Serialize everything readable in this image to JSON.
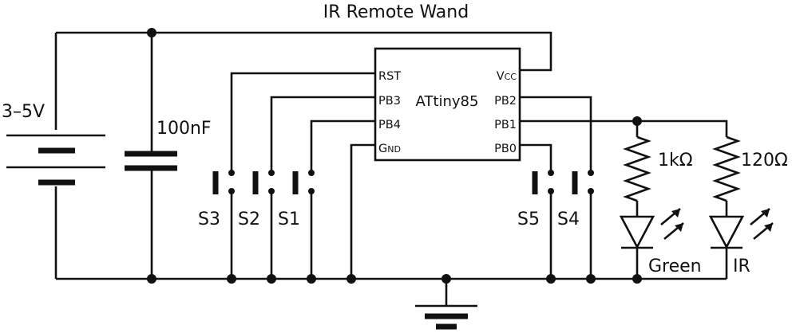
{
  "title": "IR Remote Wand",
  "battery": {
    "label": "3–5V"
  },
  "capacitor": {
    "label": "100nF"
  },
  "chip": {
    "name": "ATtiny85",
    "left_pins": [
      "RST",
      "PB3",
      "PB4",
      "GND"
    ],
    "right_pins": [
      "VCC",
      "PB2",
      "PB1",
      "PB0"
    ]
  },
  "switches": [
    "S3",
    "S2",
    "S1",
    "S5",
    "S4"
  ],
  "resistors": [
    "1kΩ",
    "120Ω"
  ],
  "leds": [
    "Green",
    "IR"
  ],
  "colors": {
    "ink": "#111111",
    "background": "#ffffff"
  }
}
